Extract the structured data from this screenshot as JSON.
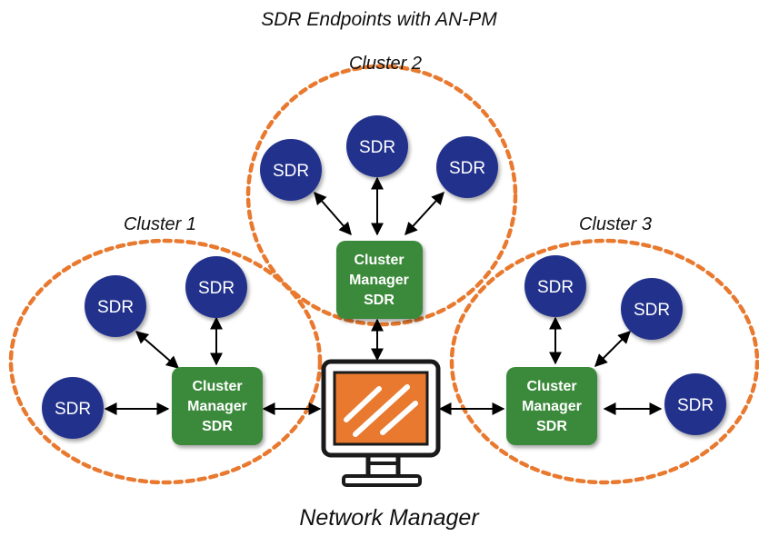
{
  "title": "SDR Endpoints with AN-PM",
  "footer": "Network Manager",
  "sdr_label": "SDR",
  "manager_lines": [
    "Cluster",
    "Manager",
    "SDR"
  ],
  "clusters": [
    {
      "id": "c1",
      "label": "Cluster 1"
    },
    {
      "id": "c2",
      "label": "Cluster 2"
    },
    {
      "id": "c3",
      "label": "Cluster 3"
    }
  ],
  "colors": {
    "sdr_fill": "#24318C",
    "manager_fill": "#3B8A3B",
    "ring": "#E8792F",
    "screen": "#E8792F",
    "monitor_frame": "#1a1a1a"
  }
}
